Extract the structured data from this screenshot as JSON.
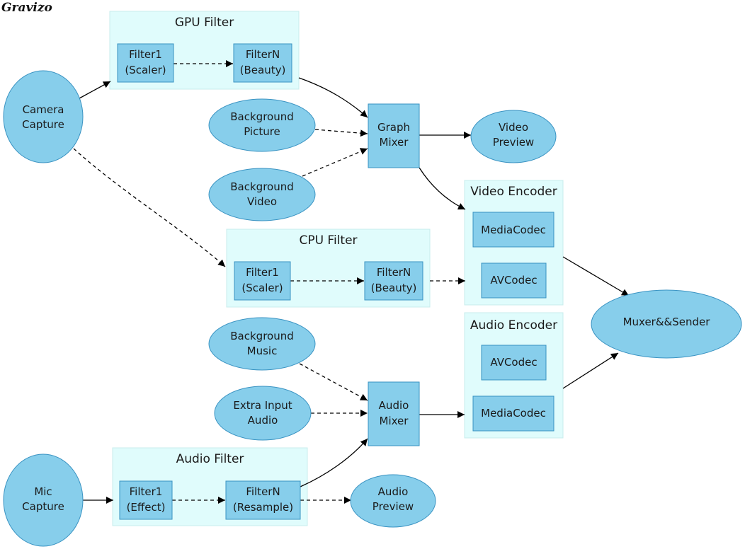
{
  "logo": "Gravizo",
  "clusters": {
    "gpu_filter": "GPU Filter",
    "cpu_filter": "CPU Filter",
    "audio_filter": "Audio Filter",
    "video_encoder": "Video Encoder",
    "audio_encoder": "Audio Encoder"
  },
  "nodes": {
    "camera_capture": [
      "Camera",
      "Capture"
    ],
    "mic_capture": [
      "Mic",
      "Capture"
    ],
    "gpu_filter1": [
      "Filter1",
      "(Scaler)"
    ],
    "gpu_filtern": [
      "FilterN",
      "(Beauty)"
    ],
    "cpu_filter1": [
      "Filter1",
      "(Scaler)"
    ],
    "cpu_filtern": [
      "FilterN",
      "(Beauty)"
    ],
    "audio_filter1": [
      "Filter1",
      "(Effect)"
    ],
    "audio_filtern": [
      "FilterN",
      "(Resample)"
    ],
    "background_picture": [
      "Background",
      "Picture"
    ],
    "background_video": [
      "Background",
      "Video"
    ],
    "background_music": [
      "Background",
      "Music"
    ],
    "extra_input_audio": [
      "Extra Input",
      "Audio"
    ],
    "graph_mixer": [
      "Graph",
      "Mixer"
    ],
    "audio_mixer": [
      "Audio",
      "Mixer"
    ],
    "video_preview": [
      "Video",
      "Preview"
    ],
    "audio_preview": [
      "Audio",
      "Preview"
    ],
    "video_mediacodec": [
      "MediaCodec"
    ],
    "video_avcodec": [
      "AVCodec"
    ],
    "audio_avcodec": [
      "AVCodec"
    ],
    "audio_mediacodec": [
      "MediaCodec"
    ],
    "muxer_sender": [
      "Muxer&&Sender"
    ]
  },
  "colors": {
    "node_fill": "#87ceeb",
    "node_stroke": "#3a93c2",
    "cluster_fill": "#e0fcfc",
    "cluster_stroke": "#c8ecec"
  }
}
